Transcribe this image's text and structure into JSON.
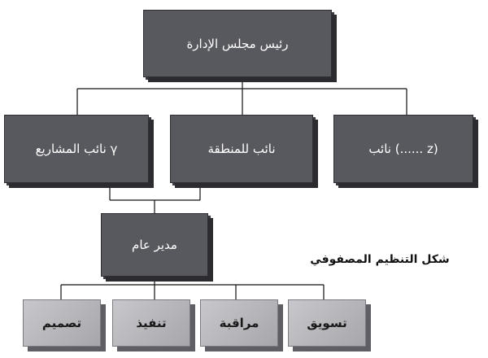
{
  "diagram": {
    "caption": "شكل التنظيم المصفوفي",
    "top": {
      "label": "رئيس مجلس الإدارة"
    },
    "vps": [
      {
        "label": "γ نائب المشاريع"
      },
      {
        "label": "نائب للمنطقة"
      },
      {
        "label": "(z ......) نائب"
      }
    ],
    "manager": {
      "label": "مدير عام"
    },
    "departments": [
      {
        "label": "تصميم"
      },
      {
        "label": "تنفيذ"
      },
      {
        "label": "مراقبة"
      },
      {
        "label": "تسويق"
      }
    ]
  }
}
